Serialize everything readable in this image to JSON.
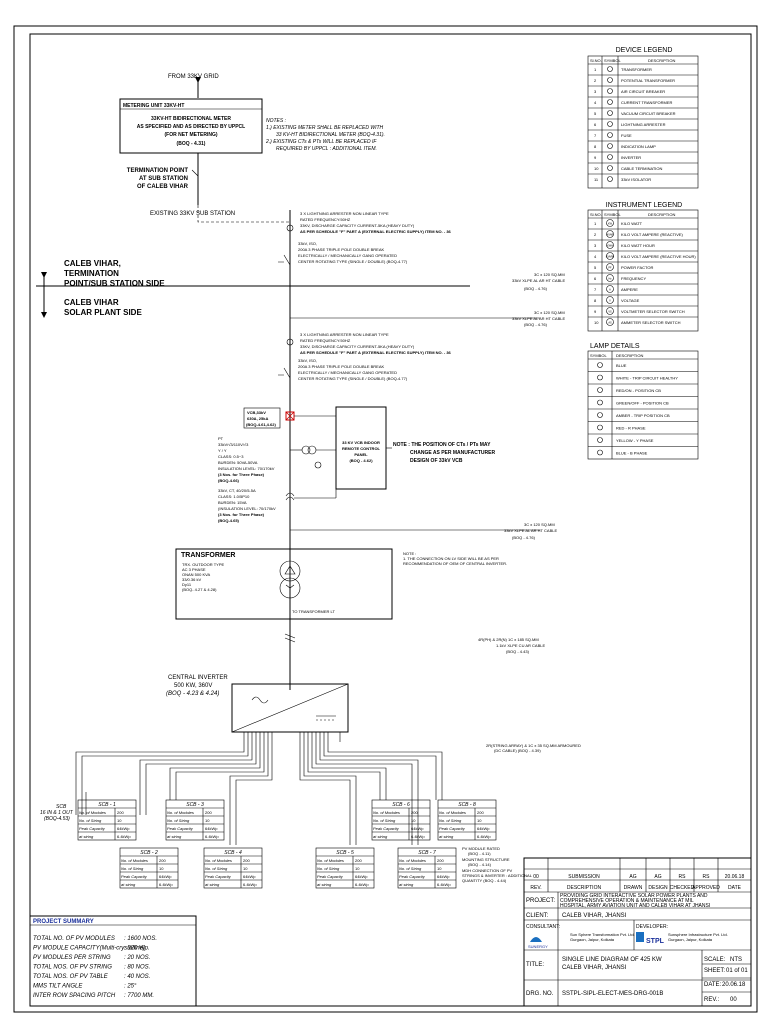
{
  "source": "FROM 33KV GRID",
  "metering": {
    "title": "METERING UNIT 33KV-HT",
    "lines": [
      "33KV-HT BIDIRECTIONAL METER",
      "AS SPECIFIED AND AS DIRECTED BY UPPCL",
      "(FOR NET METERING)",
      "(BOQ - 4.31)"
    ]
  },
  "notes_top": [
    "NOTES :",
    "1.) EXISTING METER SHALL BE REPLACED WITH",
    "33 KV-HT BIDIRECTIONAL METER (BOQ-4.31).",
    "2.) EXISTING CTs & PTs WILL BE REPLACED IF",
    "REQUIRED BY UPPCL : ADDITIONAL ITEM."
  ],
  "termination": [
    "TERMINATION POINT",
    "AT SUB STATION",
    "OF CALEB VIHAR"
  ],
  "existing_substation": "EXISTING 33KV SUB STATION",
  "la1": [
    "3 X LIGHTNING ARRESTER NON LINEAR TYPE",
    "RATED FREQUENCY:50HZ",
    "33KV, DISCHARGE CAPACITY CURRENT-5KA (HEAVY DUTY)",
    "AS PER SCHEDULE \"F\" PART A (EXTERNAL ELECTRIC SUPPLY) ITEM NO. - 36"
  ],
  "iso1": [
    "33kV, ISO,",
    "200A 3 PHASE TRIPLE POLE DOUBLE BREAK",
    "ELECTRICALLY / MECHANICALLY GANG OPERATED",
    "CENTER ROTATING TYPE (SINGLE / DOUBLE) (BOQ-4.77)"
  ],
  "sides": {
    "top": [
      "CALEB VIHAR,",
      "TERMINATION",
      "POINT/SUB STATION SIDE"
    ],
    "bottom": [
      "CALEB VIHAR",
      "SOLAR PLANT SIDE"
    ]
  },
  "cables": {
    "c1": [
      "3C x 120 SQ.MM",
      "33kV XLPE AL AR HT CABLE",
      "(BOQ - 4.76)"
    ],
    "c2": [
      "3C x 120 SQ.MM",
      "33kV XLPE AL AR HT CABLE",
      "(BOQ - 4.76)"
    ],
    "c3": [
      "3C x 120 SQ.MM",
      "33kV XLPE AL AR HT CABLE",
      "(BOQ - 4.76)"
    ],
    "c4": [
      "4R(PH) & 2R(N) 1C x 185 SQ.MM",
      "1.1kV XLPE CU AR CABLE",
      "(BOQ - 4.43)"
    ],
    "c5": [
      "2R(STRING ARRAY) & 1C x 35 SQ.MM ARMOURED",
      "(DC CABLE)  (BOQ - 4.39)"
    ]
  },
  "la2": [
    "3 X LIGHTNING ARRESTER NON LINEAR TYPE",
    "RATED FREQUENCY:50HZ",
    "33KV, DISCHARGE CAPACITY CURRENT-5KA (HEAVY DUTY)",
    "AS PER SCHEDULE \"F\" PART A (EXTERNAL ELECTRIC SUPPLY) ITEM NO. - 36"
  ],
  "iso2": [
    "33kV, ISO,",
    "200A 3 PHASE TRIPLE POLE DOUBLE BREAK",
    "ELECTRICALLY / MECHANICALLY GANG OPERATED",
    "CENTER ROTATING TYPE (SINGLE / DOUBLE) (BOQ-4.77)"
  ],
  "vcb_rating": [
    "VCB,33kV",
    "630A, 25kA",
    "(BOQ-4.61,4.62)"
  ],
  "vcb_panel": [
    "33 KV VCB INDOOR",
    "REMOTE CONTROL",
    "PANEL",
    "(BOQ - 4.62)"
  ],
  "note_ct": [
    "NOTE : THE POSITION OF CTs / PTs MAY",
    "CHANGE AS PER MANUFACTURER",
    "DESIGN OF 33kV VCB"
  ],
  "pt": [
    "PT",
    "33kV/√3/110V/√3",
    "Y / Y",
    "CLASS: 0.5~3",
    "BURDEN: 50VA-50VA",
    "INSULATION LEVEL: 70/170kV",
    "(3 Nos. for Three Phase)",
    "(BOQ-4.66)"
  ],
  "ct": [
    "33kV, CT, 40/20/5-5A",
    "CLASS: 1.0/5P10",
    "BURDEN: 15VA",
    "(INSULATION LEVEL: 70/170kV",
    "(3 Nos. for Three Phase)",
    "(BOQ-4.65)"
  ],
  "transformer": {
    "title": "TRANSFORMER",
    "specs": [
      "TRX. OUTDOOR TYPE",
      "AC 3 PHASE",
      "ONAN 500 KVA",
      "33/0.36 kV",
      "Dy11",
      "(BOQ- 4.27 & 4.28)"
    ],
    "note": [
      "NOTE :",
      "1. THE CONNECTION ON LV SIDE WILL BE AS PER",
      "RECOMMENDATION OF OEM OF CENTRAL INVERTER."
    ],
    "lt_label": "TO TRANSFORMER LT"
  },
  "inverter": {
    "lines": [
      "CENTRAL INVERTER",
      "500 KW, 360V",
      "(BOQ - 4.23 & 4.24)"
    ]
  },
  "scb_side": [
    "SCB",
    "16 IN & 1 OUT",
    "(BOQ-4.53)"
  ],
  "scb_rows": [
    "No. of Modules",
    "No. of String",
    "Peak Capacity",
    "at string"
  ],
  "scbs": [
    {
      "title": "SCB - 1",
      "modules": "200",
      "strings": "10",
      "peak": "64kWp",
      "str": "6.4kWp"
    },
    {
      "title": "SCB - 3",
      "modules": "200",
      "strings": "10",
      "peak": "64kWp",
      "str": "6.4kWp"
    },
    {
      "title": "SCB - 6",
      "modules": "200",
      "strings": "10",
      "peak": "64kWp",
      "str": "6.4kWp"
    },
    {
      "title": "SCB - 8",
      "modules": "200",
      "strings": "10",
      "peak": "64kWp",
      "str": "6.4kWp"
    },
    {
      "title": "SCB - 2",
      "modules": "200",
      "strings": "10",
      "peak": "64kWp",
      "str": "6.4kWp"
    },
    {
      "title": "SCB - 4",
      "modules": "200",
      "strings": "10",
      "peak": "64kWp",
      "str": "6.4kWp"
    },
    {
      "title": "SCB - 5",
      "modules": "200",
      "strings": "10",
      "peak": "64kWp",
      "str": "6.4kWp"
    },
    {
      "title": "SCB - 7",
      "modules": "200",
      "strings": "10",
      "peak": "64kWp",
      "str": "6.4kWp"
    }
  ],
  "pv_note": [
    "PV MODULE RATED",
    "(BOQ - 4.11)",
    "MOUNTING STRUCTURE",
    "(BOQ - 4.14)",
    "MDH CONNECTION OF PV",
    "STRINGS & INVERTER : ADDITIONAL",
    "QUANTITY (BOQ - 4.44)"
  ],
  "project_summary": {
    "title": "PROJECT SUMMARY",
    "rows": [
      [
        "TOTAL NO. OF PV MODULES",
        ": 1600 NOS."
      ],
      [
        "PV MODULE CAPACITY(Multi-crystalline)",
        ": 320 Wp."
      ],
      [
        "PV MODULES PER STRING",
        ": 20 NOS."
      ],
      [
        "TOTAL NOS. OF PV STRING",
        ": 80 NOS."
      ],
      [
        "TOTAL NOS. OF PV TABLE",
        ": 40 NOS."
      ],
      [
        "MMS TILT ANGLE",
        ": 25°"
      ],
      [
        "INTER ROW SPACING PITCH",
        ": 7700 MM."
      ]
    ]
  },
  "device_legend": {
    "title": "DEVICE LEGEND",
    "headers": [
      "Sl.NO.",
      "SYMBOL",
      "DESCRIPTION"
    ],
    "rows": [
      [
        "1",
        "TRANSFORMER"
      ],
      [
        "2",
        "POTENTIAL TRANSFORMER"
      ],
      [
        "3",
        "AIR CIRCUIT BREAKER"
      ],
      [
        "4",
        "CURRENT TRANSFORMER"
      ],
      [
        "5",
        "VACUUM CIRCUIT BREAKER"
      ],
      [
        "6",
        "LIGHTNING ARRESTER"
      ],
      [
        "7",
        "FUSE"
      ],
      [
        "8",
        "INDICATION LAMP"
      ],
      [
        "9",
        "INVERTER"
      ],
      [
        "10",
        "CABLE TERMINATION"
      ],
      [
        "11",
        "33kV ISOLATOR"
      ]
    ]
  },
  "instrument_legend": {
    "title": "INSTRUMENT LEGEND",
    "headers": [
      "Sl.NO.",
      "SYMBOL",
      "DESCRIPTION"
    ],
    "rows": [
      [
        "1",
        "KW",
        "KILO WATT"
      ],
      [
        "2",
        "KVAR",
        "KILO VOLT AMPERE (REACTIVE)"
      ],
      [
        "3",
        "KWH",
        "KILO WATT HOUR"
      ],
      [
        "4",
        "KVARH",
        "KILO VOLT AMPERE (REACTIVE HOUR)"
      ],
      [
        "5",
        "PF",
        "POWER FACTOR"
      ],
      [
        "6",
        "Hz",
        "FREQUENCY"
      ],
      [
        "7",
        "A",
        "AMPERE"
      ],
      [
        "8",
        "V",
        "VOLTAGE"
      ],
      [
        "9",
        "VS",
        "VOLTMETER SELECTOR SWITCH"
      ],
      [
        "10",
        "AS",
        "AMMETER SELECTOR SWITCH"
      ]
    ]
  },
  "lamp_details": {
    "title": "LAMP DETAILS",
    "headers": [
      "SYMBOL",
      "DESCRIPTION"
    ],
    "rows": [
      "BLUE",
      "WHITE - TRIP CIRCUIT HEALTHY",
      "RED/ON - POSITION CB",
      "GREEN/OFF - POSITION CB",
      "AMBER - TRIP POSITION CB",
      "RED - R PHASE",
      "YELLOW - Y PHASE",
      "BLUE - B PHASE"
    ]
  },
  "title_block": {
    "rev_row": [
      "00",
      "SUBMISSION",
      "AG",
      "AG",
      "RS",
      "RS",
      "20.06.18"
    ],
    "rev_head": [
      "REV.",
      "DESCRIPTION",
      "DRAWN",
      "DESIGN",
      "CHECKED",
      "APPROVED",
      "DATE"
    ],
    "project_label": "PROJECT:",
    "project": [
      "PROVIDING GRID INTERACTIVE SOLAR POWER PLANTS AND",
      "COMPREHENSIVE OPERATION & MAINTENANCE AT MIL",
      "HOSPITAL, ARMY AVIATION UNIT AND CALEB VIHAR AT JHANSI"
    ],
    "client_label": "CLIENT:",
    "client": "CALEB VIHAR, JHANSI",
    "consultant_label": "CONSULTANT:",
    "developer_label": "DEVELOPER:",
    "sunergy_logo": "SUNERGY",
    "consultant_name": [
      "Sun Sphere Transformation Pvt. Ltd.",
      "Gurgaon, Jaipur, Kolkata"
    ],
    "developer_name": [
      "Sunsphere Infrastructure Pvt. Ltd.",
      "Gurgaon, Jaipur, Kolkata"
    ],
    "stpl_logo": "STPL",
    "title_label": "TITLE:",
    "title": [
      "SINGLE LINE DIAGRAM OF 425 KW",
      "CALEB VIHAR, JHANSI"
    ],
    "dwg_label": "DRG. NO.",
    "dwg_no": "SSTPL-SIPL-ELECT-MES-DRG-001B",
    "scale": [
      "SCALE:",
      "NTS"
    ],
    "sheet": [
      "SHEET:",
      "01 of 01"
    ],
    "date": [
      "DATE:",
      "20.06.18"
    ],
    "rev": [
      "REV.:",
      "00"
    ]
  }
}
